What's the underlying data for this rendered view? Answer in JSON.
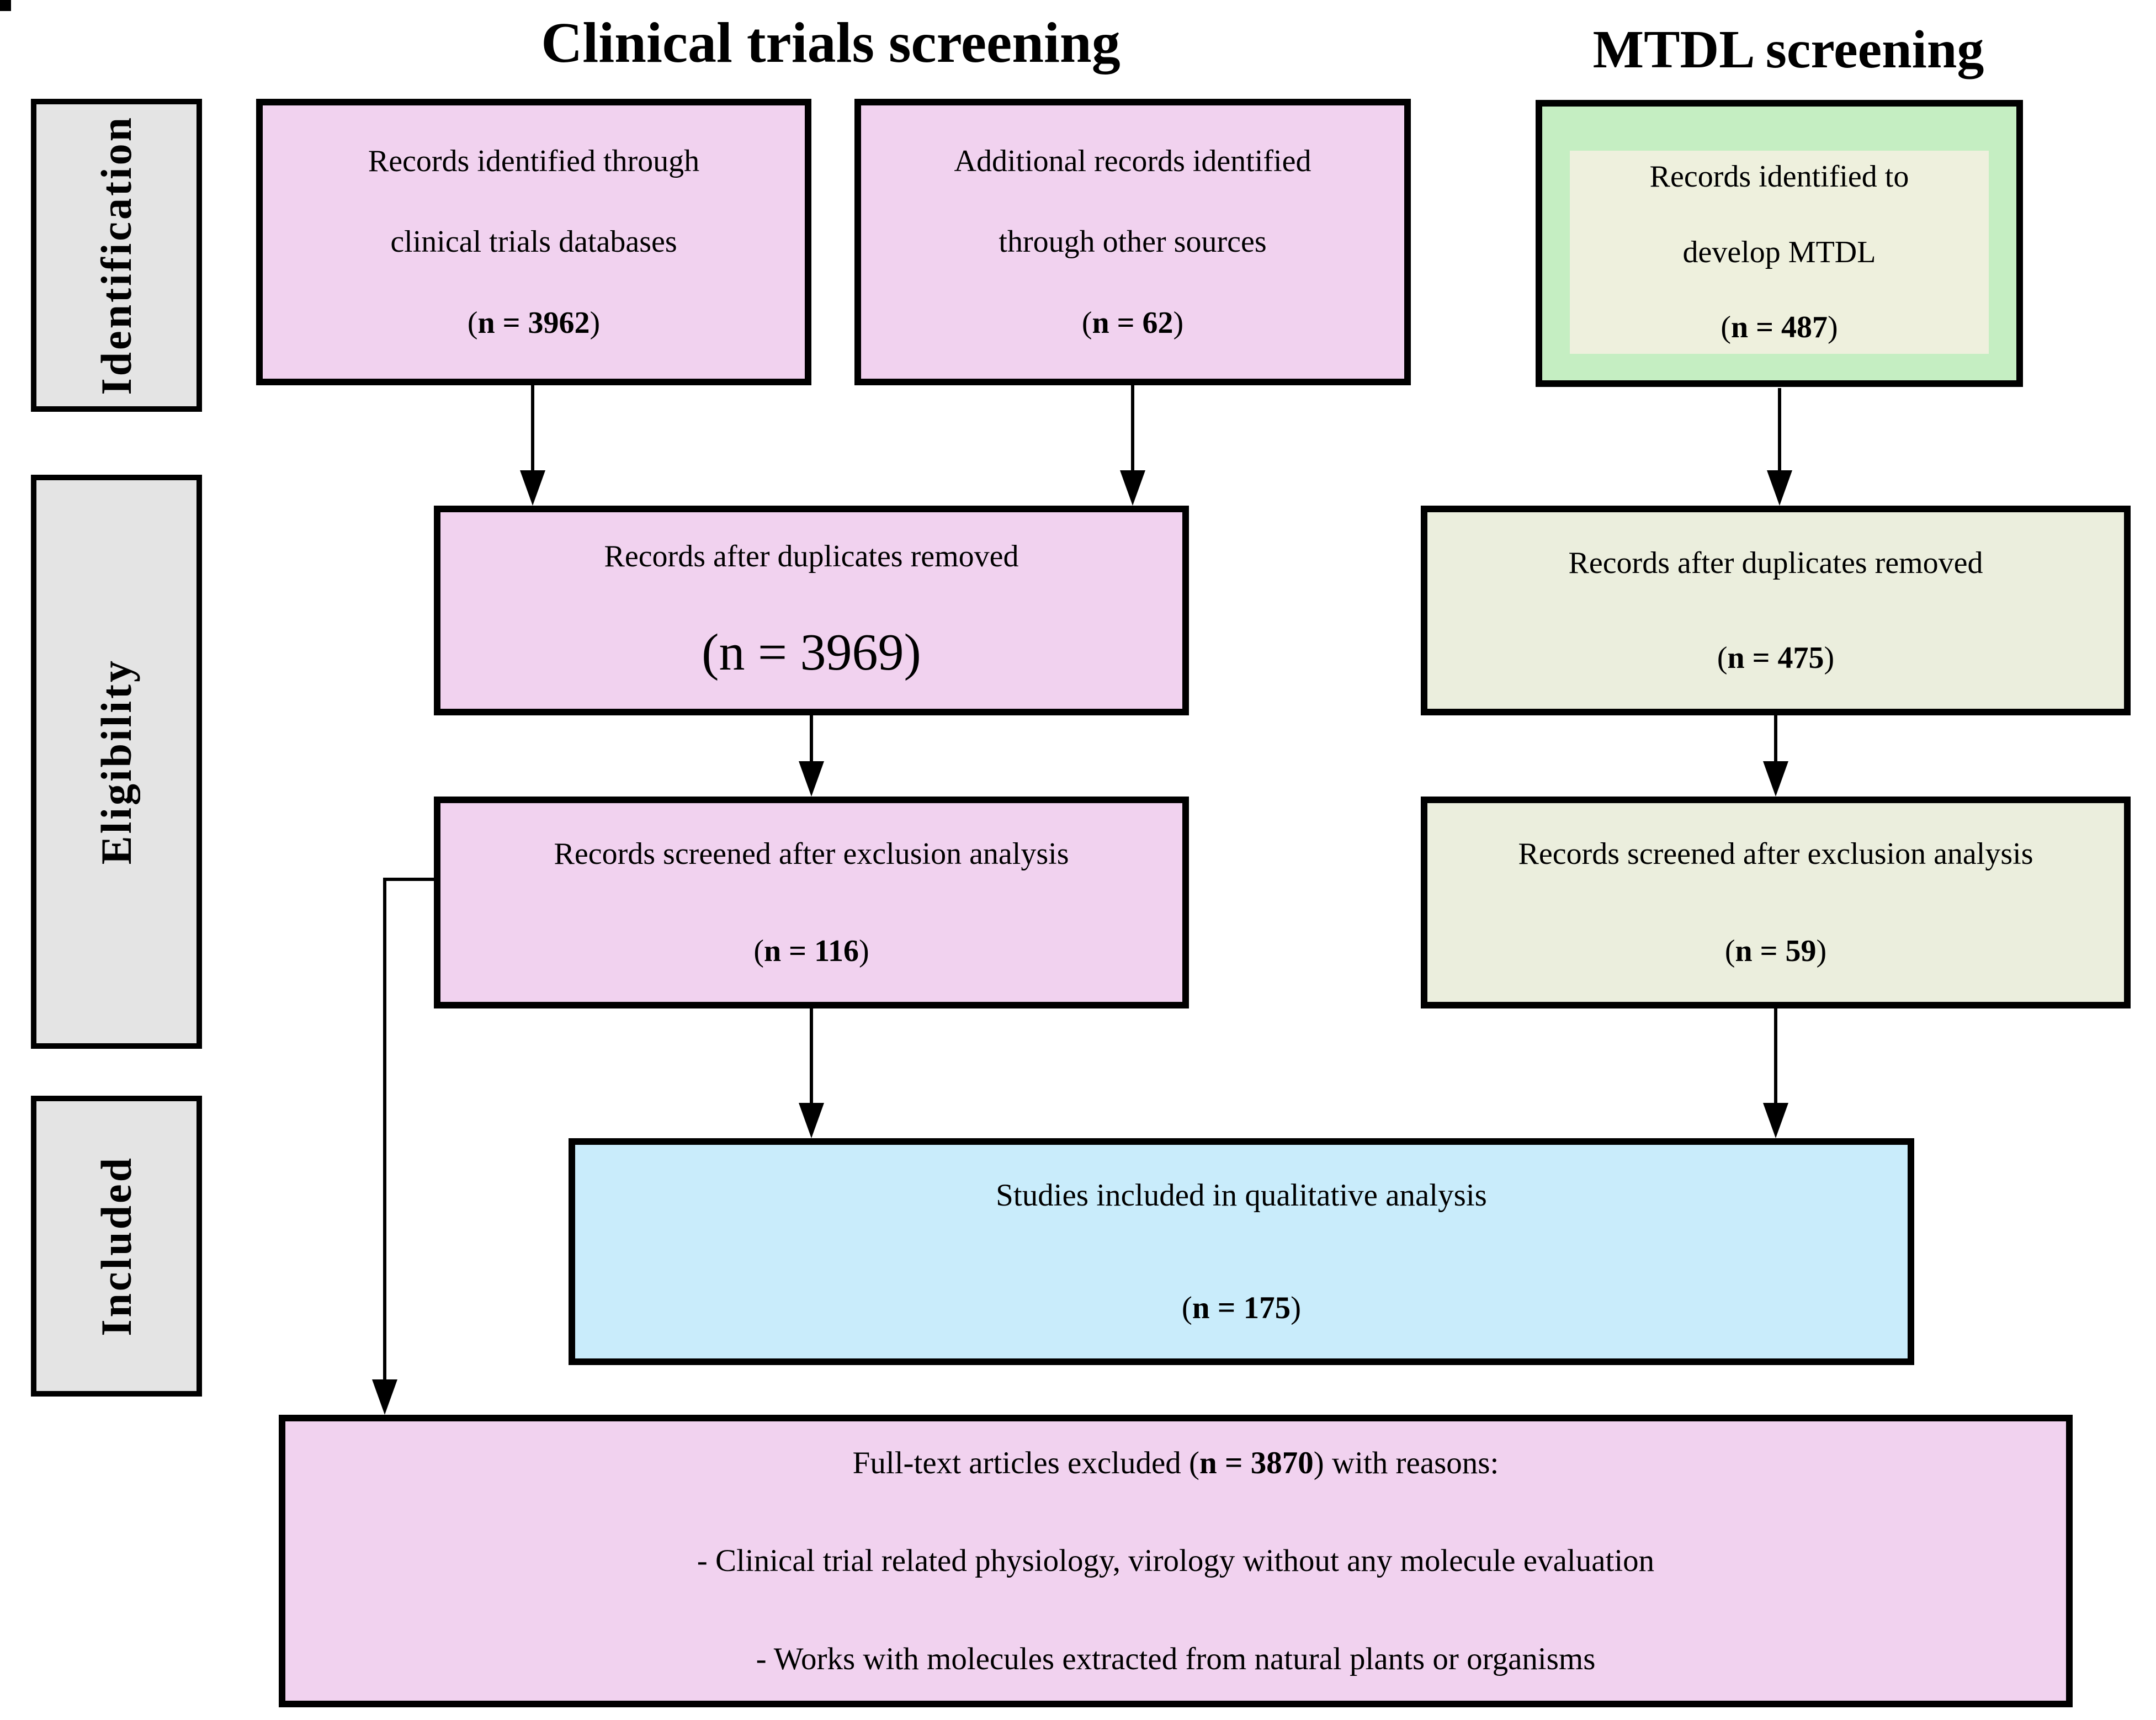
{
  "headers": {
    "clinical": "Clinical trials screening",
    "mtdl": "MTDL screening"
  },
  "sidebar": {
    "items": [
      {
        "label": "Identification"
      },
      {
        "label": "Eligibility"
      },
      {
        "label": "Included"
      }
    ]
  },
  "boxes": {
    "ct_identified": {
      "lines": [
        "Records identified through",
        "clinical trials databases"
      ],
      "count": {
        "open": "(",
        "value": "n = 3962",
        "close": ")"
      }
    },
    "other_sources": {
      "lines": [
        "Additional records identified",
        "through other sources"
      ],
      "count": {
        "open": "(",
        "value": "n = 62",
        "close": ")"
      }
    },
    "mtdl_identified": {
      "lines": [
        "Records identified to",
        "develop MTDL"
      ],
      "count": {
        "open": "(",
        "value": "n = 487",
        "close": ")"
      }
    },
    "ct_duplicates": {
      "lines": [
        "Records after duplicates removed"
      ],
      "count": {
        "open": "(",
        "value": "n = 3969",
        "close": ")"
      }
    },
    "mtdl_duplicates": {
      "lines": [
        "Records after duplicates removed"
      ],
      "count": {
        "open": "(",
        "value": "n = 475",
        "close": ")"
      }
    },
    "ct_screened": {
      "lines": [
        "Records screened after exclusion analysis"
      ],
      "count": {
        "open": "(",
        "value": "n = 116",
        "close": ")"
      }
    },
    "mtdl_screened": {
      "lines": [
        "Records screened after exclusion analysis"
      ],
      "count": {
        "open": "(",
        "value": "n = 59",
        "close": ")"
      }
    },
    "included": {
      "lines": [
        "Studies included in qualitative analysis"
      ],
      "count": {
        "open": "(",
        "value": "n = 175",
        "close": ")"
      }
    },
    "excluded": {
      "title": {
        "pre": "Full-text articles excluded (",
        "bold": "n = 3870",
        "post": ") with reasons:"
      },
      "reasons": [
        "- Clinical trial related physiology, virology without any molecule evaluation",
        "- Works with molecules extracted from natural plants or organisms"
      ]
    }
  },
  "colors": {
    "pink": "#f1d2ef",
    "green": "#c5eec2",
    "green_inner": "#eef0dd",
    "olive": "#ebeedd",
    "blue": "#c9ecfb",
    "gray": "#e4e4e4",
    "line": "#000000"
  }
}
